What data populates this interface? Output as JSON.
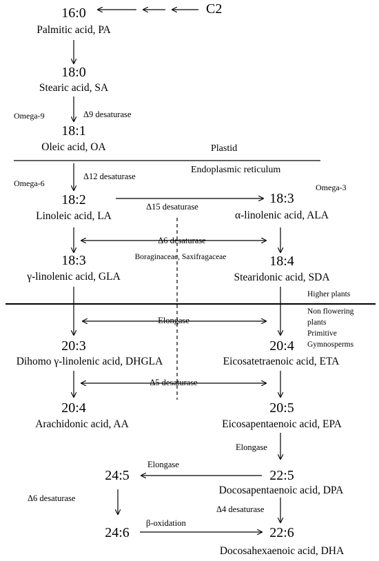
{
  "metabolites": {
    "c2": "C2",
    "pa_code": "16:0",
    "pa_name": "Palmitic acid, PA",
    "sa_code": "18:0",
    "sa_name": "Stearic acid, SA",
    "oa_code": "18:1",
    "oa_name": "Oleic acid, OA",
    "la_code": "18:2",
    "la_name": "Linoleic acid, LA",
    "ala_code": "18:3",
    "ala_name": "α-linolenic acid, ALA",
    "gla_code": "18:3",
    "gla_name": "γ-linolenic acid, GLA",
    "sda_code": "18:4",
    "sda_name": "Stearidonic acid, SDA",
    "dhgla_code": "20:3",
    "dhgla_name": "Dihomo γ-linolenic acid, DHGLA",
    "eta_code": "20:4",
    "eta_name": "Eicosatetraenoic acid, ETA",
    "aa_code": "20:4",
    "aa_name": "Arachidonic acid, AA",
    "epa_code": "20:5",
    "epa_name": "Eicosapentaenoic acid, EPA",
    "dpa_code": "22:5",
    "dpa_name": "Docosapentaenoic acid, DPA",
    "c245_code": "24:5",
    "c246_code": "24:6",
    "dha_code": "22:6",
    "dha_name": "Docosahexaenoic acid, DHA"
  },
  "enzymes": {
    "d9": "Δ9 desaturase",
    "d12": "Δ12 desaturase",
    "d15": "Δ15 desaturase",
    "d6": "Δ6 desaturase",
    "elongase1": "Elongase",
    "d5": "Δ5 desaturase",
    "elongase2": "Elongase",
    "elongase3": "Elongase",
    "d6b": "Δ6 desaturase",
    "d4": "Δ4 desaturase",
    "beta_ox": "β-oxidation"
  },
  "labels": {
    "omega9": "Omega-9",
    "omega6": "Omega-6",
    "omega3": "Omega-3",
    "plastid": "Plastid",
    "er": "Endoplasmic reticulum",
    "families": "Boraginaceae,  Saxifragaceae",
    "higher_plants": "Higher plants",
    "non_flowering_1": "Non flowering",
    "non_flowering_2": "plants",
    "primitive": "Primitive",
    "gymnosperms": "Gymnosperms"
  }
}
